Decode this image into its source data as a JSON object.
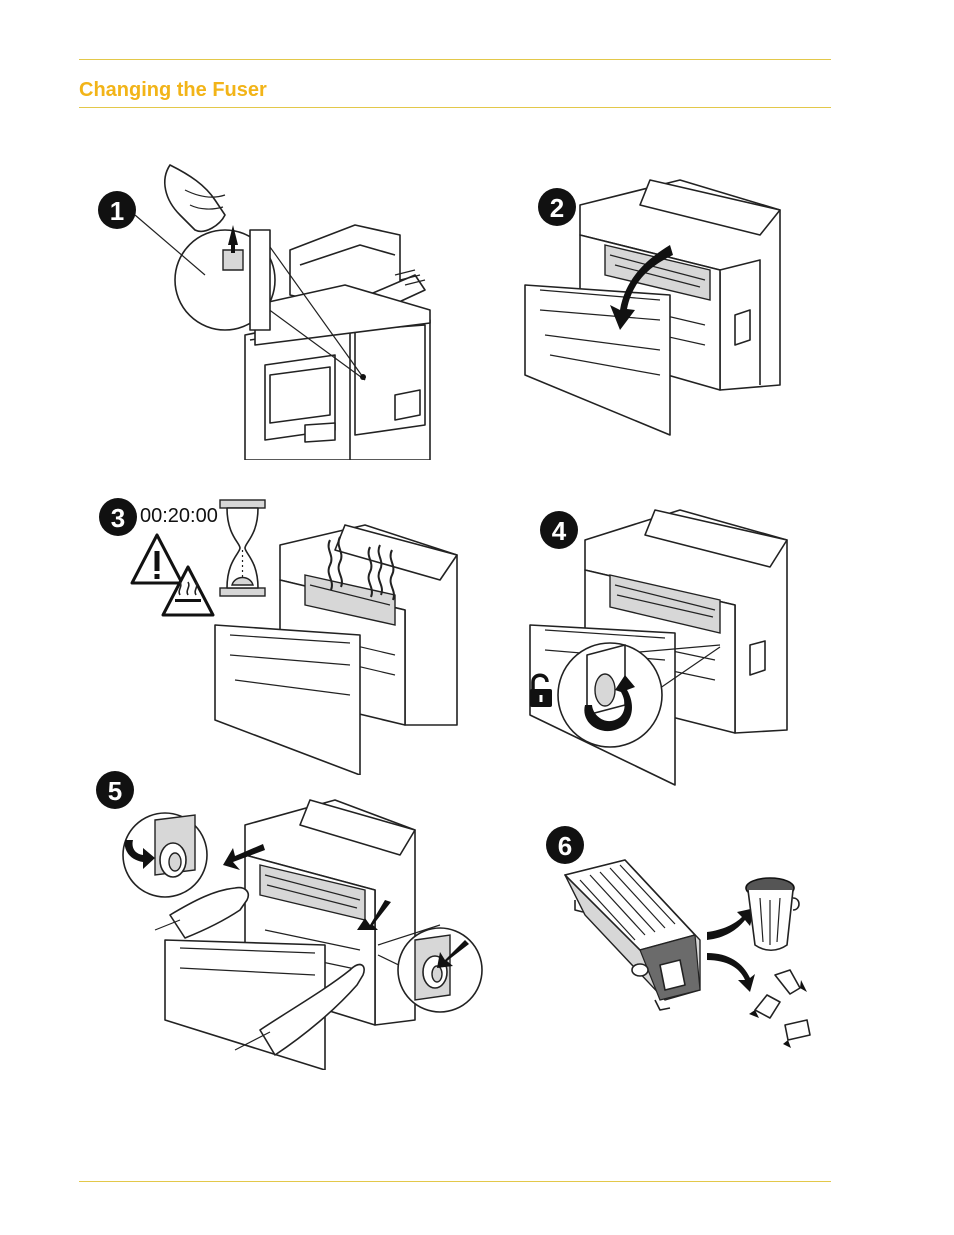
{
  "header": {
    "title": "Changing the Fuser"
  },
  "steps": [
    {
      "number": "1"
    },
    {
      "number": "2"
    },
    {
      "number": "3",
      "timer": "00:20:00"
    },
    {
      "number": "4"
    },
    {
      "number": "5"
    },
    {
      "number": "6"
    }
  ],
  "icons": [
    "warning-icon",
    "hot-surface-icon",
    "hourglass-icon",
    "unlock-icon",
    "trash-can-icon",
    "recycle-icon",
    "up-arrow-icon",
    "rotate-arrow-icon",
    "down-arrow-icon"
  ]
}
